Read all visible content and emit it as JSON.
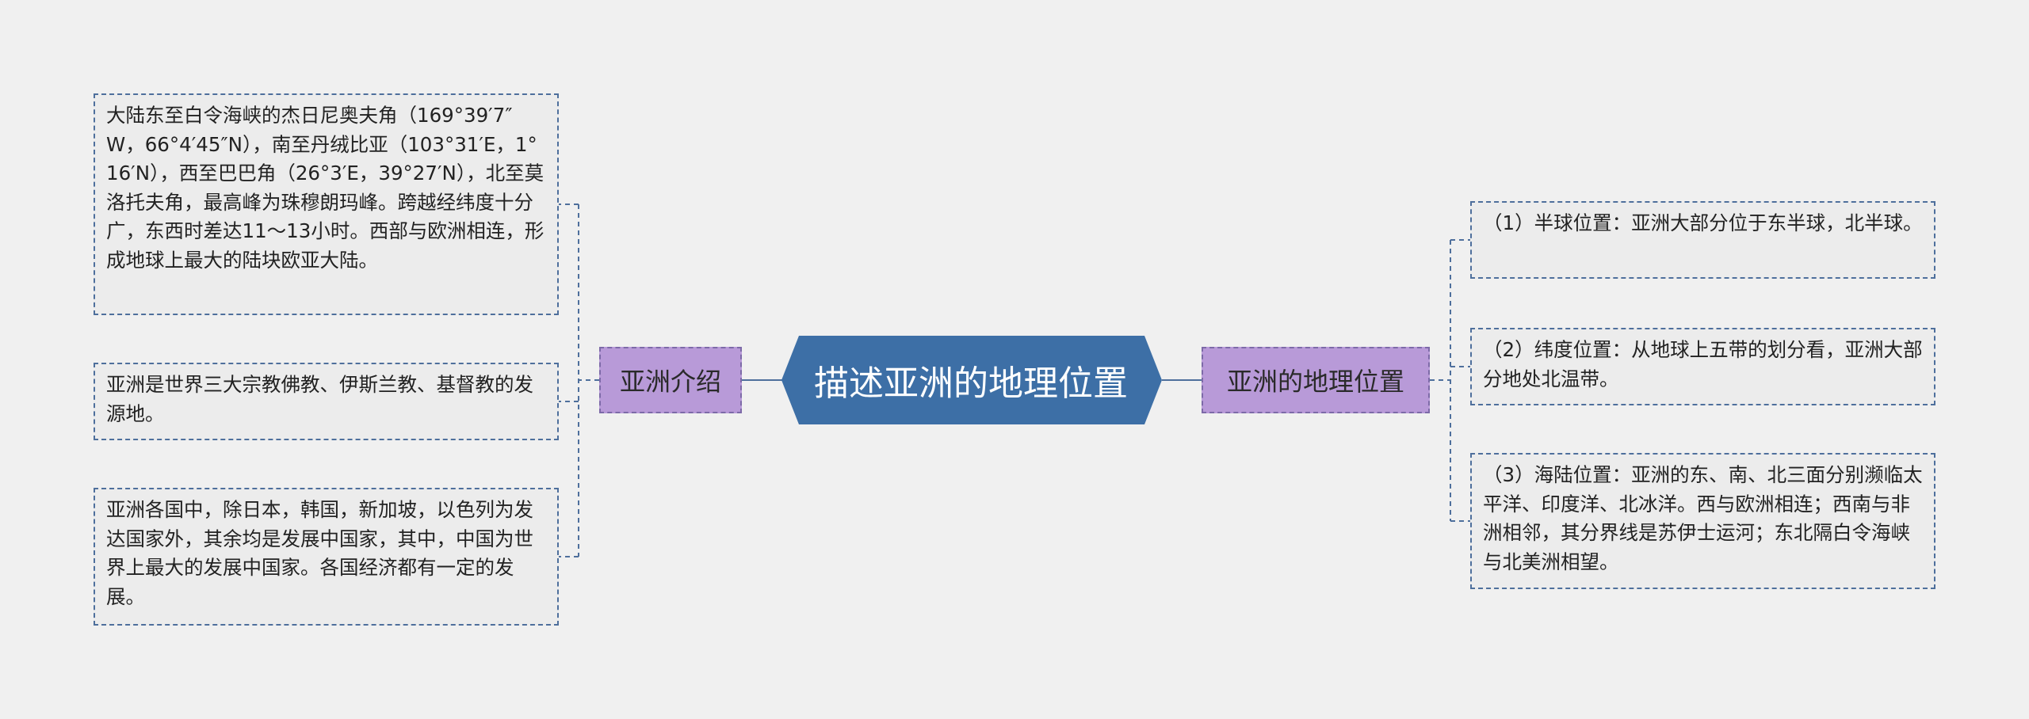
{
  "root": {
    "title": "描述亚洲的地理位置",
    "color": "#3d6fa6"
  },
  "colors": {
    "background": "#f0f0f0",
    "branch_fill": "#b89ad8",
    "leaf_fill": "#ececec",
    "connector": "#4e6f9c"
  },
  "left_branch": {
    "label": "亚洲介绍",
    "items": [
      {
        "text": "大陆东至白令海峡的杰日尼奥夫角（169°39′7″W，66°4′45″N），南至丹绒比亚（103°31′E，1°16′N），西至巴巴角（26°3′E，39°27′N），北至莫洛托夫角，最高峰为珠穆朗玛峰。跨越经纬度十分广，东西时差达11～13小时。西部与欧洲相连，形成地球上最大的陆块欧亚大陆。"
      },
      {
        "text": "亚洲是世界三大宗教佛教、伊斯兰教、基督教的发源地。"
      },
      {
        "text": "亚洲各国中，除日本，韩国，新加坡，以色列为发达国家外，其余均是发展中国家，其中，中国为世界上最大的发展中国家。各国经济都有一定的发展。"
      }
    ]
  },
  "right_branch": {
    "label": "亚洲的地理位置",
    "items": [
      {
        "text": "（1）半球位置：亚洲大部分位于东半球，北半球。"
      },
      {
        "text": "（2）纬度位置：从地球上五带的划分看，亚洲大部分地处北温带。"
      },
      {
        "text": "（3）海陆位置：亚洲的东、南、北三面分别濒临太平洋、印度洋、北冰洋。西与欧洲相连；西南与非洲相邻，其分界线是苏伊士运河；东北隔白令海峡与北美洲相望。"
      }
    ]
  }
}
